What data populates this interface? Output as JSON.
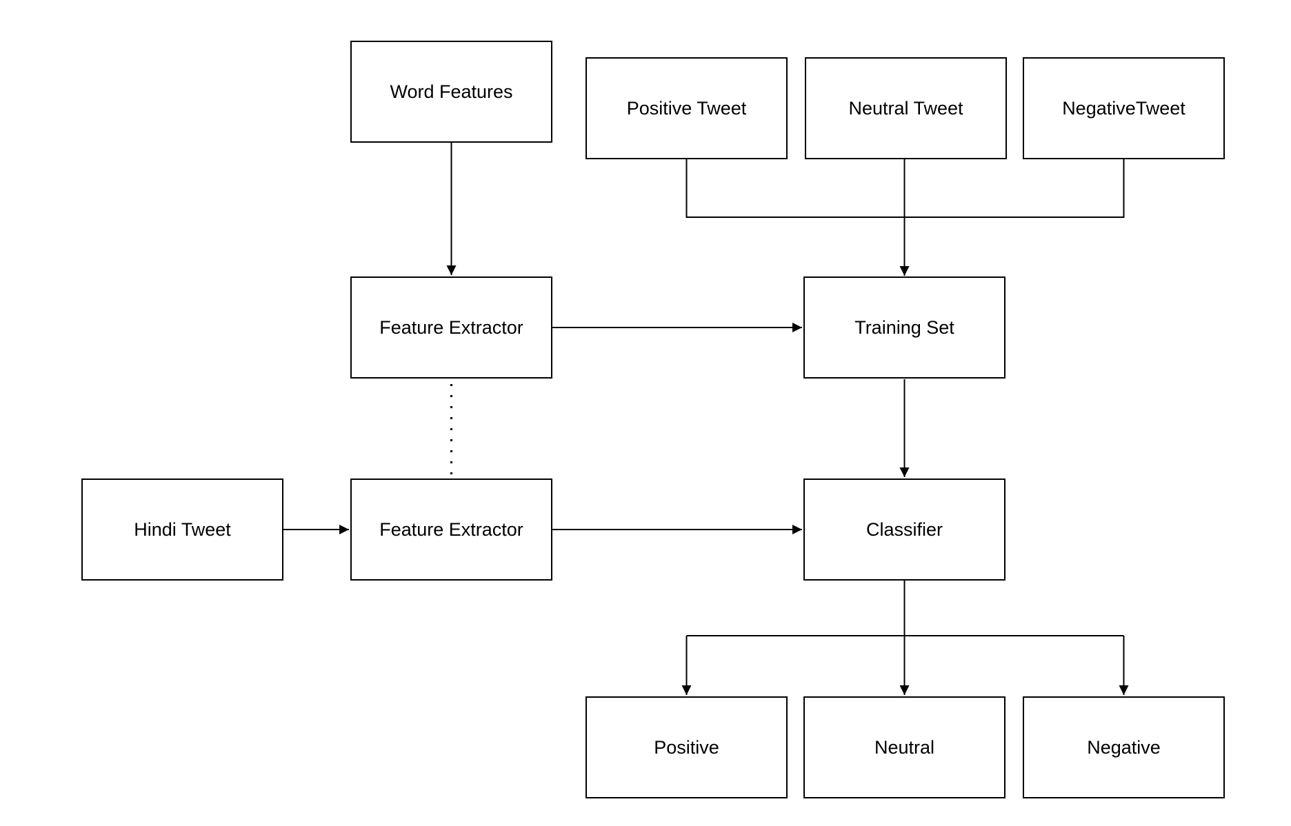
{
  "diagram": {
    "background_color": "#ffffff",
    "stroke_color": "#000000",
    "node_fill_color": "#ffffff",
    "nodes": {
      "word_features": {
        "label": "Word Features"
      },
      "positive_tweet": {
        "label": "Positive Tweet"
      },
      "neutral_tweet": {
        "label": "Neutral Tweet"
      },
      "negative_tweet": {
        "label": "NegativeTweet"
      },
      "feature_extractor_top": {
        "label": "Feature Extractor"
      },
      "training_set": {
        "label": "Training Set"
      },
      "hindi_tweet": {
        "label": "Hindi Tweet"
      },
      "feature_extractor_bottom": {
        "label": "Feature Extractor"
      },
      "classifier": {
        "label": "Classifier"
      },
      "positive": {
        "label": "Positive"
      },
      "neutral": {
        "label": "Neutral"
      },
      "negative": {
        "label": "Negative"
      }
    },
    "edges": [
      {
        "from": "word_features",
        "to": "feature_extractor_top",
        "style": "solid-arrow"
      },
      {
        "from": "positive_tweet",
        "to": "training_set",
        "style": "solid-arrow"
      },
      {
        "from": "neutral_tweet",
        "to": "training_set",
        "style": "solid-arrow"
      },
      {
        "from": "negative_tweet",
        "to": "training_set",
        "style": "solid-arrow"
      },
      {
        "from": "feature_extractor_top",
        "to": "training_set",
        "style": "solid-arrow"
      },
      {
        "from": "feature_extractor_top",
        "to": "feature_extractor_bottom",
        "style": "dotted"
      },
      {
        "from": "training_set",
        "to": "classifier",
        "style": "solid-arrow"
      },
      {
        "from": "hindi_tweet",
        "to": "feature_extractor_bottom",
        "style": "solid-arrow"
      },
      {
        "from": "feature_extractor_bottom",
        "to": "classifier",
        "style": "solid-arrow"
      },
      {
        "from": "classifier",
        "to": "positive",
        "style": "solid-arrow"
      },
      {
        "from": "classifier",
        "to": "neutral",
        "style": "solid-arrow"
      },
      {
        "from": "classifier",
        "to": "negative",
        "style": "solid-arrow"
      }
    ]
  }
}
